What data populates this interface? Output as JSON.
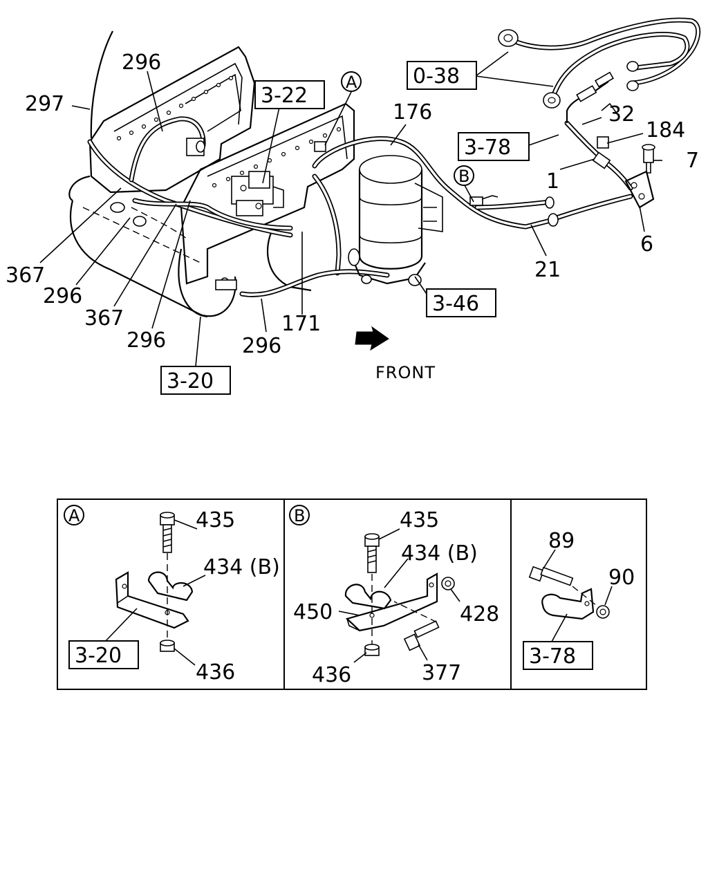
{
  "main_view": {
    "callouts": {
      "c297": "297",
      "c296_top": "296",
      "c367_left": "367",
      "c296_left": "296",
      "c367_mid": "367",
      "c296_mid": "296",
      "c296_bottom": "296",
      "c171": "171",
      "c176": "176",
      "c32": "32",
      "c184": "184",
      "c7": "7",
      "c1": "1",
      "c6": "6",
      "c21": "21"
    },
    "refs": {
      "r3_22": "3-22",
      "r0_38": "0-38",
      "r3_78": "3-78",
      "r3_46": "3-46",
      "r3_20": "3-20"
    },
    "markers": {
      "a": "A",
      "b": "B"
    },
    "front_label": "FRONT"
  },
  "detail_a": {
    "marker": "A",
    "callouts": {
      "c435": "435",
      "c434b": "434 (B)",
      "c436": "436"
    },
    "ref": "3-20"
  },
  "detail_b": {
    "marker": "B",
    "callouts": {
      "c435": "435",
      "c434b": "434 (B)",
      "c450": "450",
      "c428": "428",
      "c436": "436",
      "c377": "377"
    }
  },
  "detail_c": {
    "callouts": {
      "c89": "89",
      "c90": "90"
    },
    "ref": "3-78"
  }
}
